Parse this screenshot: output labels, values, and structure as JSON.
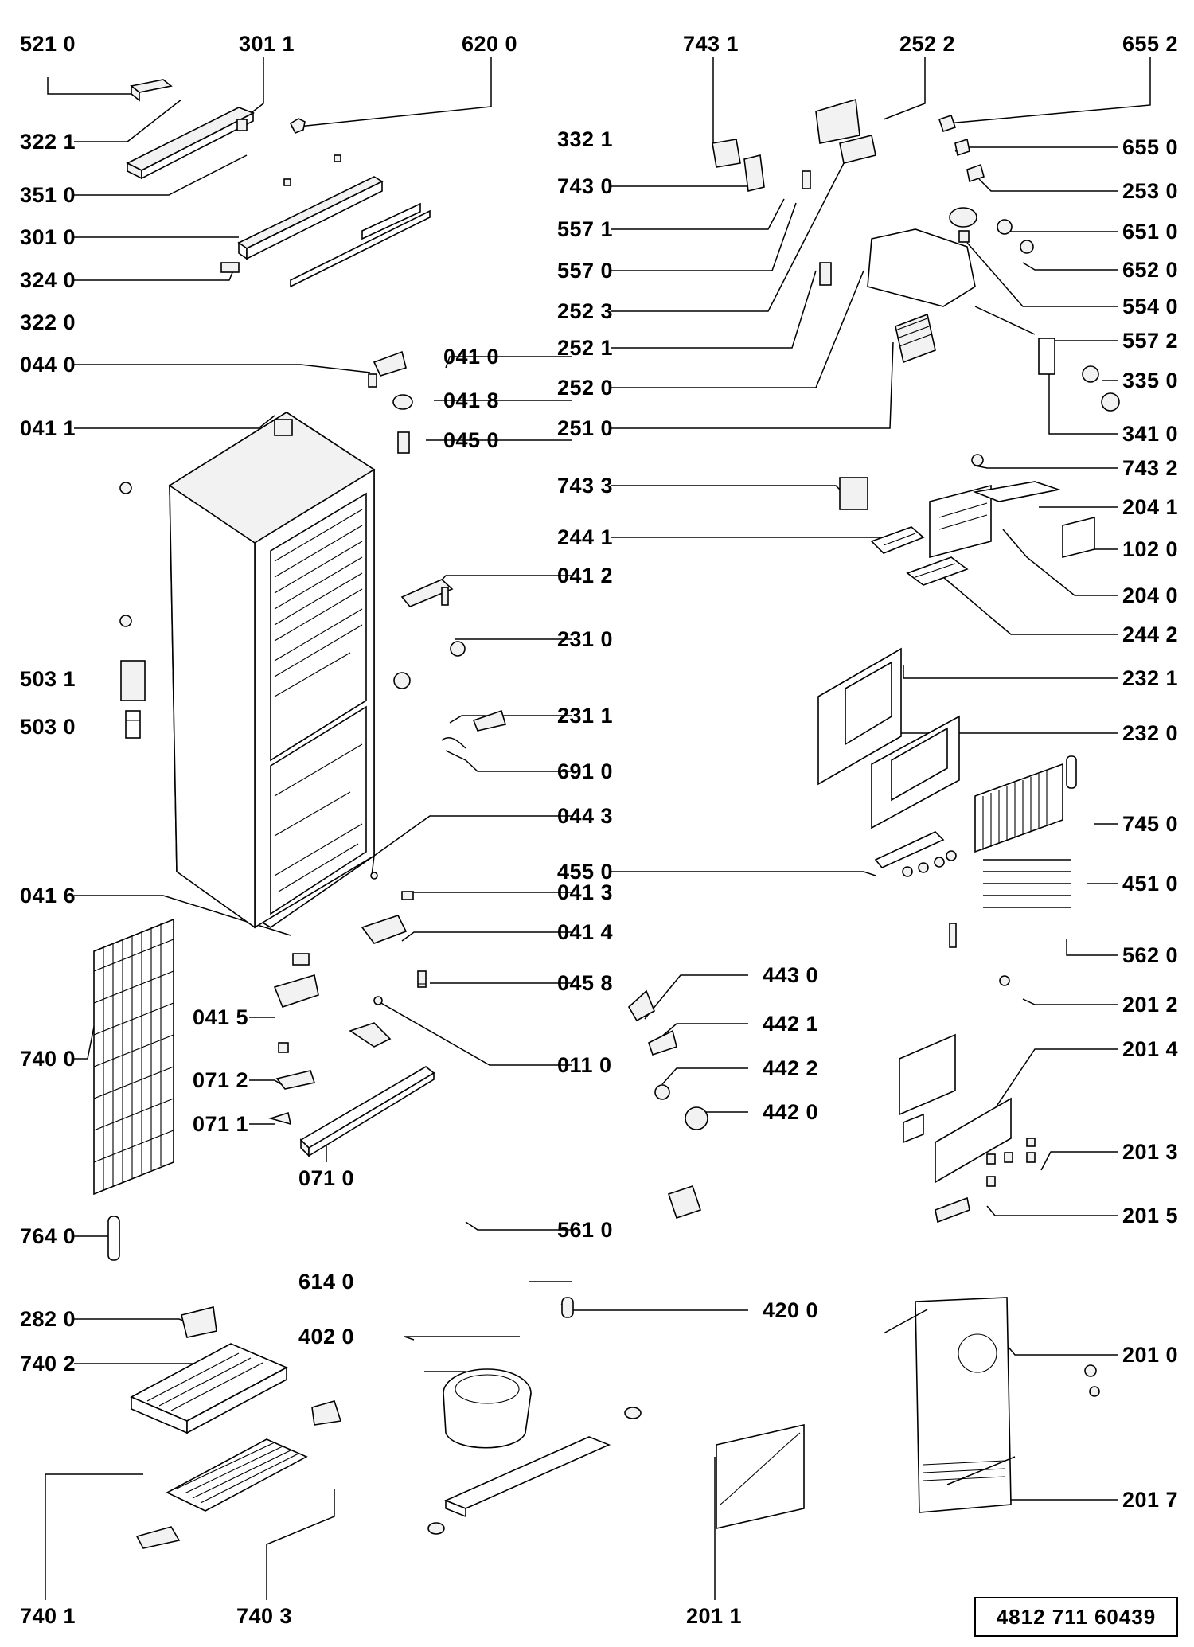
{
  "document_number": "4812   711   60439",
  "labels": {
    "l5210": "521 0",
    "l3011": "301 1",
    "l6200": "620 0",
    "l3221": "322 1",
    "l3510": "351 0",
    "l3010": "301 0",
    "l3240": "324 0",
    "l3220": "322 0",
    "l0440": "044 0",
    "l0411": "041 1",
    "l0410": "041 0",
    "l0418": "041 8",
    "l0450": "045 0",
    "l5031": "503 1",
    "l5030": "503 0",
    "l0412": "041 2",
    "l2310": "231 0",
    "l2311": "231 1",
    "l6910": "691 0",
    "l0443": "044 3",
    "l0416": "041 6",
    "l0413": "041 3",
    "l0414": "041 4",
    "l0415": "041 5",
    "l0458": "045 8",
    "l7400": "740 0",
    "l0712": "071 2",
    "l0711": "071 1",
    "l0710": "071 0",
    "l0110": "011 0",
    "l7640": "764 0",
    "l2820": "282 0",
    "l7402": "740 2",
    "l7401": "740 1",
    "l7403": "740 3",
    "l7431": "743 1",
    "l2522": "252 2",
    "l6552": "655 2",
    "l3321": "332 1",
    "l7430": "743 0",
    "l5571": "557 1",
    "l5570": "557 0",
    "l2523": "252 3",
    "l2521": "252 1",
    "l2520": "252 0",
    "l2510": "251 0",
    "l7433": "743 3",
    "l2441": "244 1",
    "l4550": "455 0",
    "l4430": "443 0",
    "l4421": "442 1",
    "l4422": "442 2",
    "l4420": "442 0",
    "l5610": "561 0",
    "l6140": "614 0",
    "l4200": "420 0",
    "l4020": "402 0",
    "l2011": "201 1",
    "l6550": "655 0",
    "l2530": "253 0",
    "l6510": "651 0",
    "l6520": "652 0",
    "l5540": "554 0",
    "l5572": "557 2",
    "l3350": "335 0",
    "l3410": "341 0",
    "l7432": "743 2",
    "l2041": "204 1",
    "l1020": "102 0",
    "l2040": "204 0",
    "l2442": "244 2",
    "l2321": "232 1",
    "l2320": "232 0",
    "l7450": "745 0",
    "l4510": "451 0",
    "l5620": "562 0",
    "l2012": "201 2",
    "l2014": "201 4",
    "l2013": "201 3",
    "l2015": "201 5",
    "l2010": "201 0",
    "l2017": "201 7"
  }
}
